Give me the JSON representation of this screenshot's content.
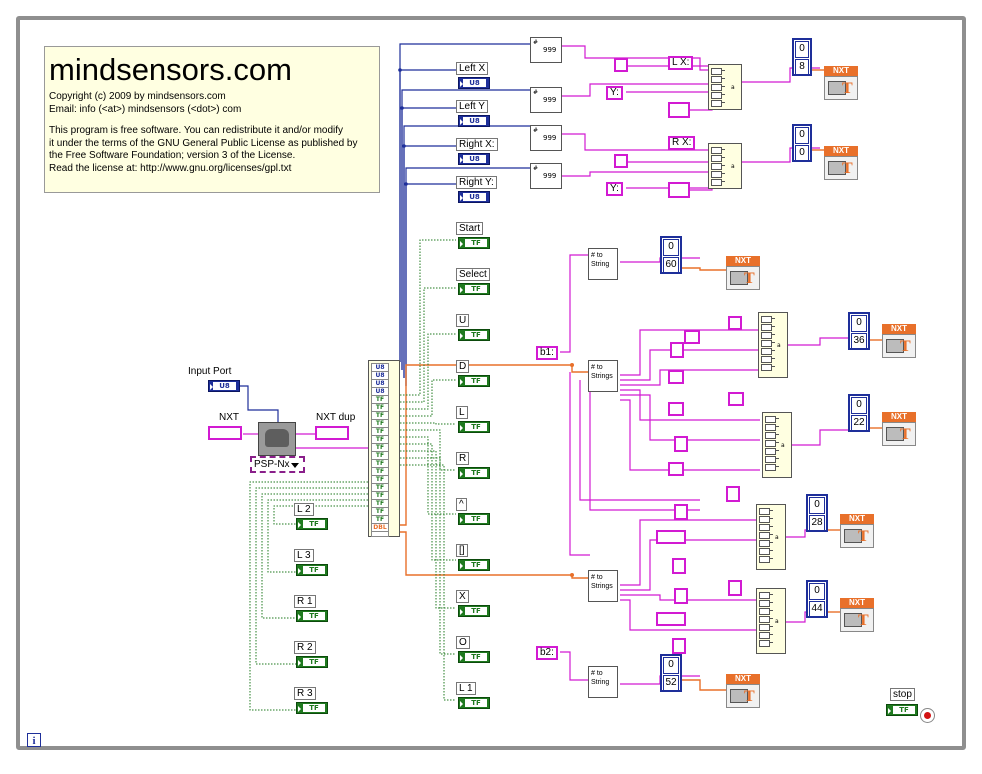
{
  "comment": {
    "title": "mindsensors.com",
    "lines": [
      "Copyright (c) 2009 by mindsensors.com",
      "Email: info (<at>) mindsensors (<dot>) com",
      "",
      "This program is free software. You can redistribute it and/or modify",
      "it under the terms of the GNU General Public License as published by",
      "the Free Software Foundation; version 3 of the License.",
      "Read the license at: http://www.gnu.org/licenses/gpl.txt"
    ]
  },
  "inputs": {
    "input_port": "Input Port",
    "nxt": "NXT",
    "nxt_dup": "NXT dup",
    "device": "PSP-Nx"
  },
  "terminal_types": {
    "u8": "U8",
    "tf": "TF",
    "dbl": "DBL",
    "nxt": "NXT",
    "fmt_out": "999"
  },
  "analog": [
    "Left X",
    "Left Y",
    "Right X:",
    "Right Y:"
  ],
  "buttons_mid": [
    "Start",
    "Select",
    "U",
    "D",
    "L",
    "R",
    "^",
    "[]",
    "X",
    "O",
    "L 1"
  ],
  "buttons_left": [
    "L 2",
    "L 3",
    "R 1",
    "R 2",
    "R 3"
  ],
  "string_labels": {
    "lx": "L X:",
    "y1": "Y:",
    "rx": "R X:",
    "y2": "Y:"
  },
  "b_labels": [
    "b1:",
    "b2:"
  ],
  "to_string": {
    "single": [
      "# to",
      "String"
    ],
    "multi": [
      "# to",
      "Strings"
    ]
  },
  "display_pairs": [
    [
      "0",
      "8"
    ],
    [
      "0",
      "0"
    ],
    [
      "0",
      "60"
    ],
    [
      "0",
      "36"
    ],
    [
      "0",
      "22"
    ],
    [
      "0",
      "28"
    ],
    [
      "0",
      "44"
    ],
    [
      "0",
      "52"
    ]
  ],
  "stop_label": "stop",
  "info_icon": "i",
  "colors": {
    "pink": "#d21ad2",
    "blue": "#1e2f9a",
    "green": "#1f7a1f",
    "orange": "#e8702a",
    "border": "#8f8f8f"
  }
}
